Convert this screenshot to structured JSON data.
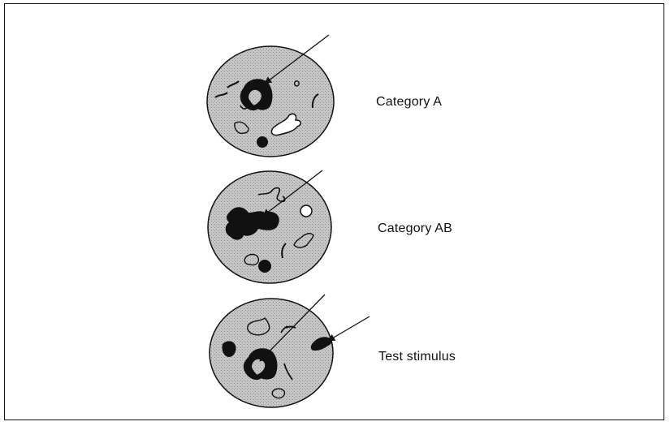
{
  "figure": {
    "labels": {
      "category_a": "Category A",
      "category_ab": "Category AB",
      "test_stimulus": "Test stimulus"
    },
    "colors": {
      "cell_fill": "#c9c9c9",
      "ink": "#111111",
      "hole": "#ffffff"
    }
  }
}
